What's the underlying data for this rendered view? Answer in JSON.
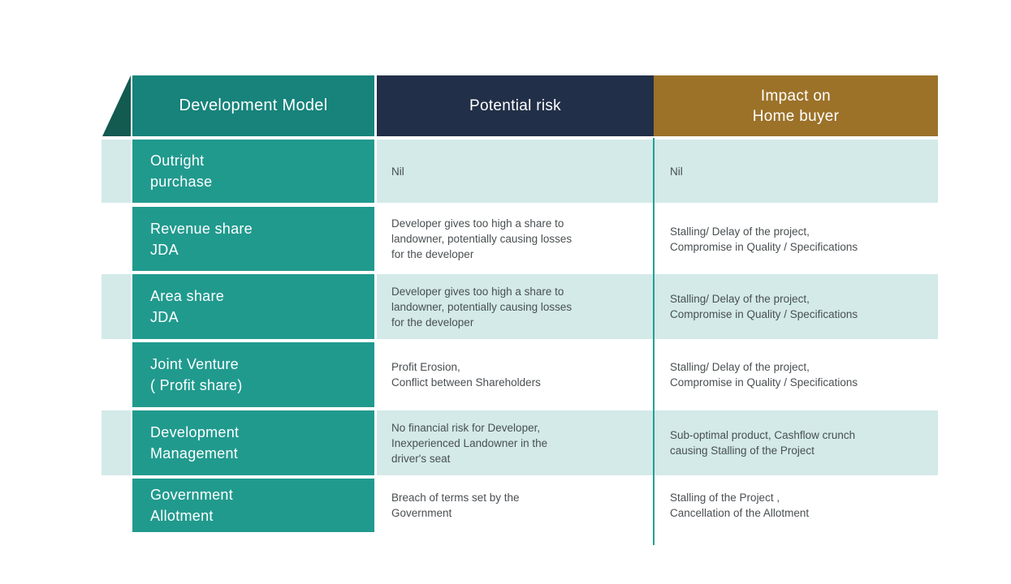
{
  "chart_data": {
    "type": "table",
    "columns": [
      "Development Model",
      "Potential risk",
      "Impact on\nHome buyer"
    ],
    "rows": [
      {
        "model": "Outright\npurchase",
        "risk": "Nil",
        "impact": "Nil"
      },
      {
        "model": "Revenue share\nJDA",
        "risk": "Developer gives too high a share to\nlandowner, potentially causing losses\nfor the developer",
        "impact": "Stalling/ Delay of the project,\nCompromise in Quality / Specifications"
      },
      {
        "model": "Area share\nJDA",
        "risk": "Developer gives too high a share to\nlandowner, potentially causing losses\nfor the developer",
        "impact": "Stalling/ Delay of the project,\nCompromise in Quality / Specifications"
      },
      {
        "model": "Joint Venture\n( Profit share)",
        "risk": "Profit Erosion,\nConflict between Shareholders",
        "impact": "Stalling/ Delay of the project,\nCompromise in Quality / Specifications"
      },
      {
        "model": "Development\nManagement",
        "risk": "No financial risk for Developer,\nInexperienced Landowner in the\ndriver's seat",
        "impact": "Sub-optimal product, Cashflow crunch\ncausing Stalling of the Project"
      },
      {
        "model": "Government\nAllotment",
        "risk": "Breach of terms set by the\nGovernment",
        "impact": "Stalling of the Project ,\nCancellation of the Allotment"
      }
    ]
  },
  "colors": {
    "header_teal": "#17837b",
    "row_teal": "#219a8e",
    "dark_teal_accent": "#135a51",
    "navy": "#222f48",
    "gold": "#9c7229",
    "light_teal": "#d3eae8",
    "divider_teal": "#23a093",
    "body_text": "#4a4f52"
  }
}
